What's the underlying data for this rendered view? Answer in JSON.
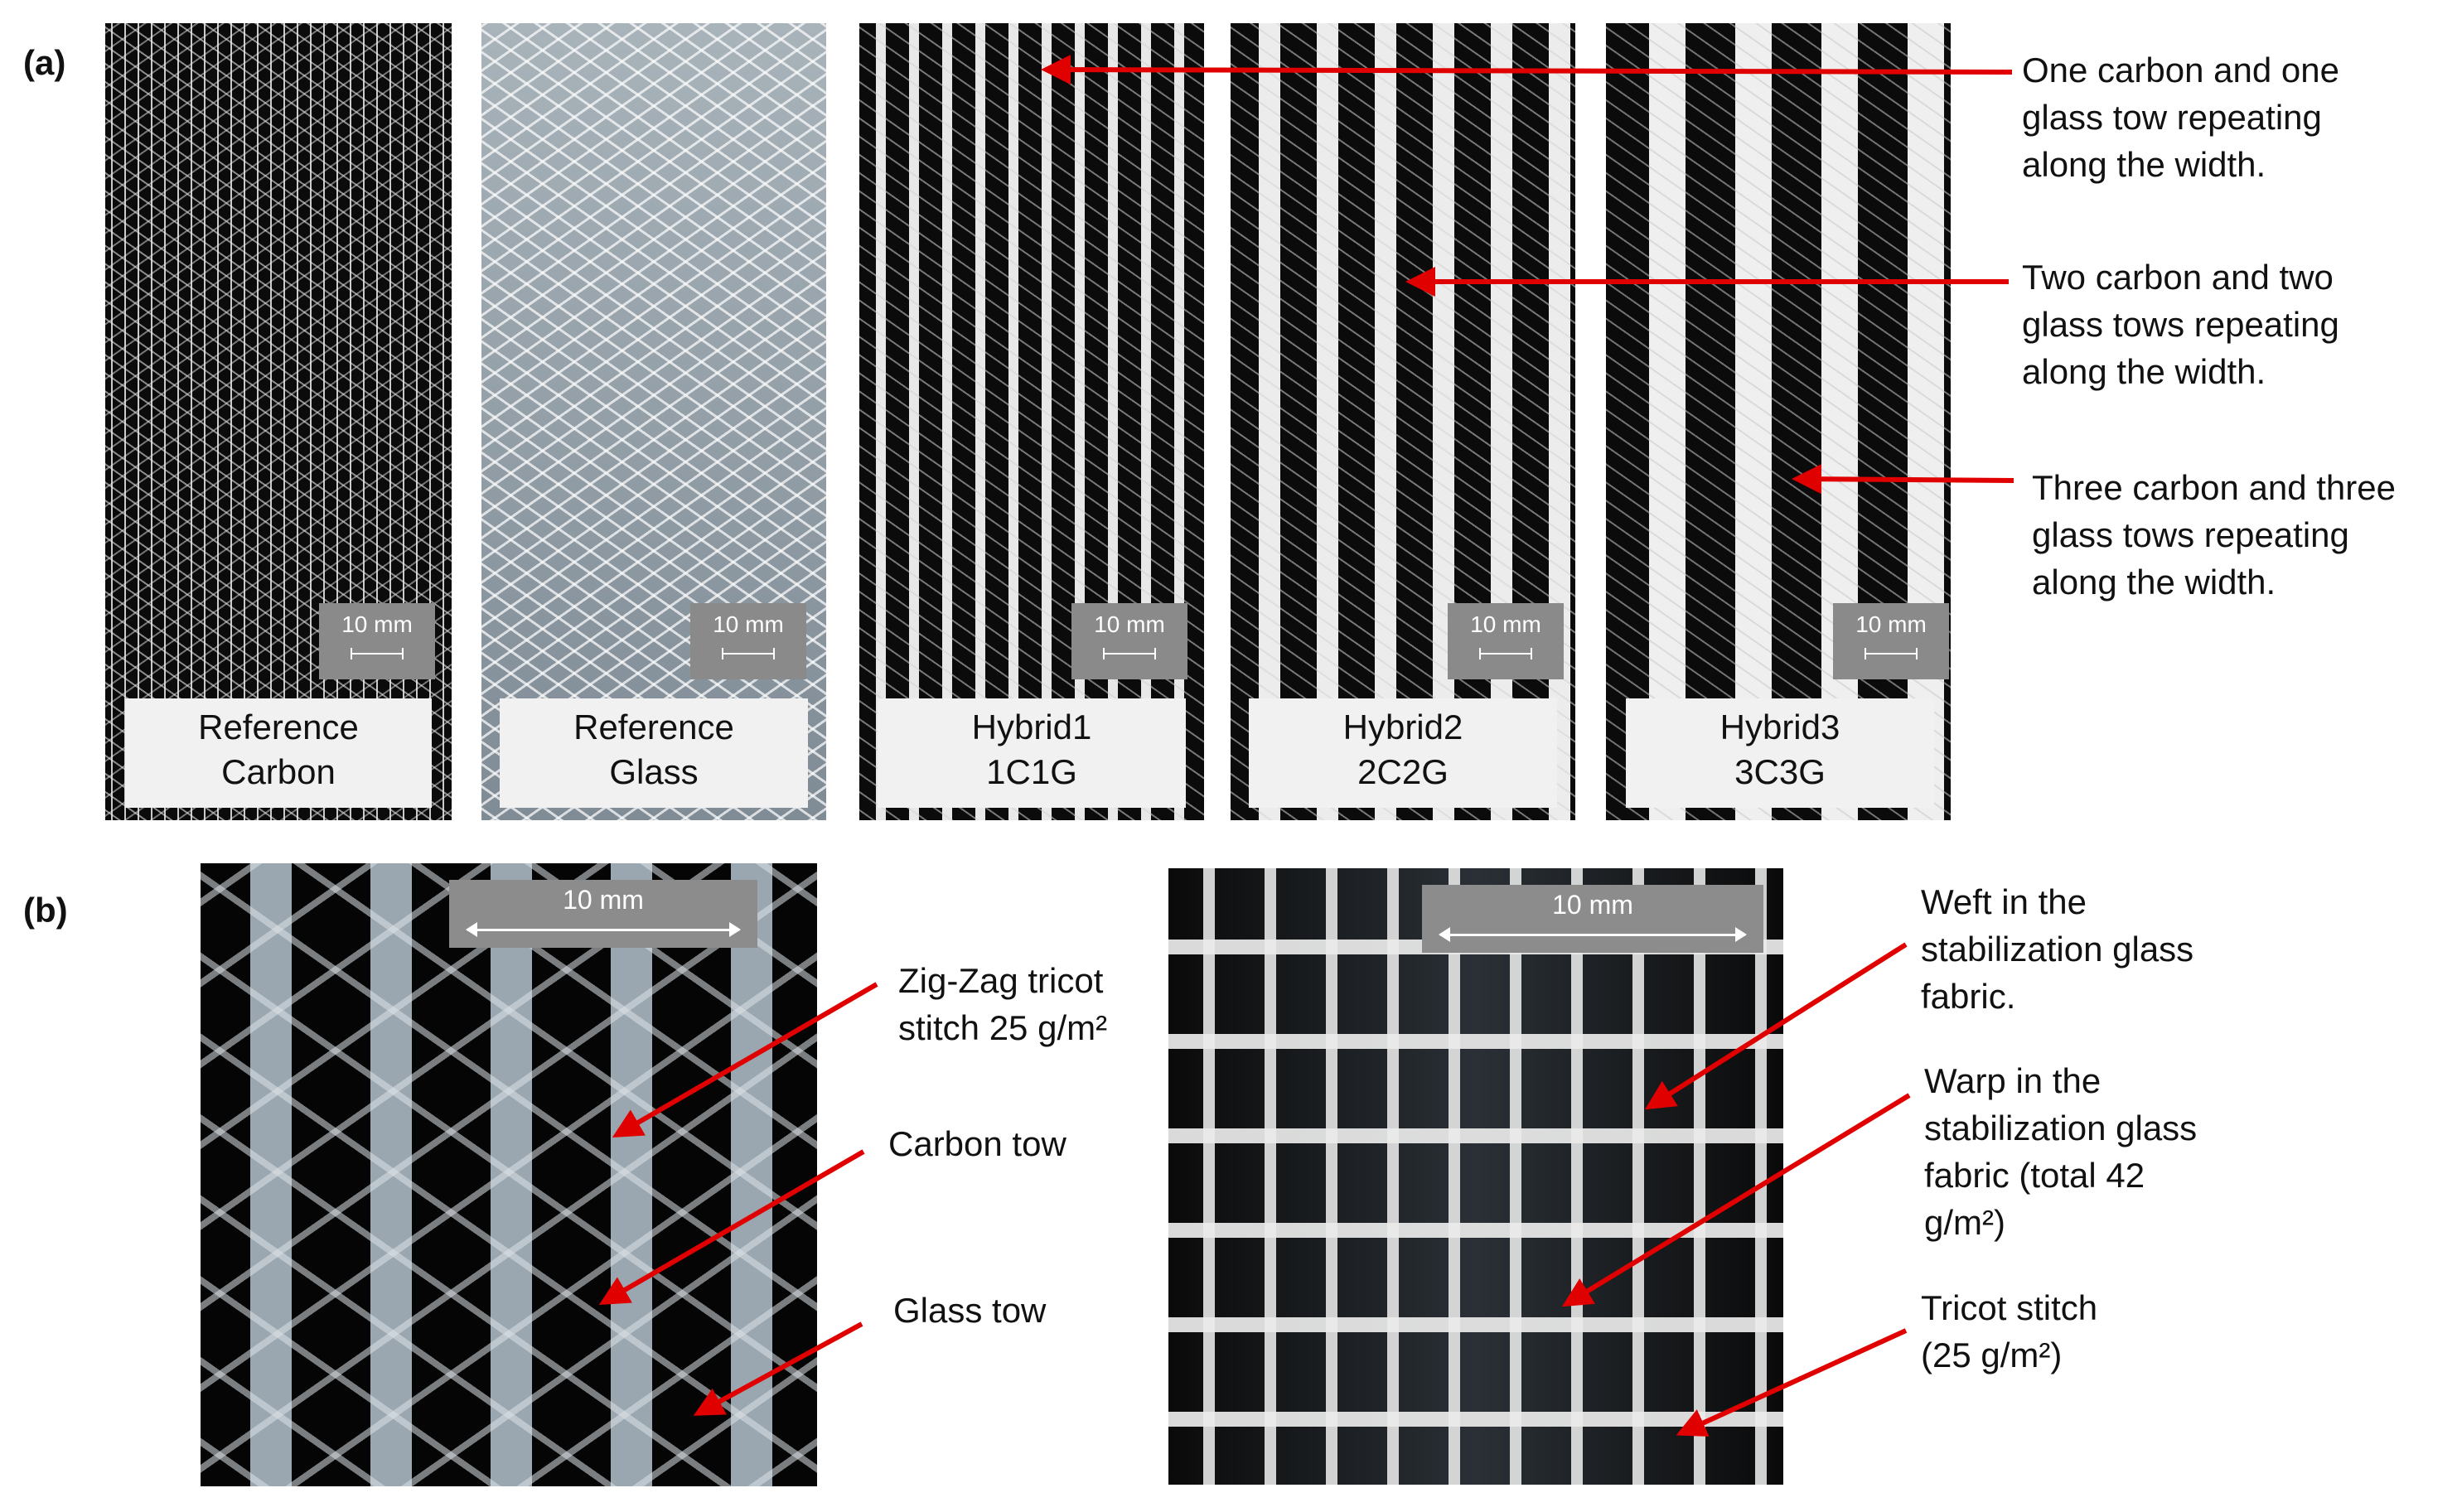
{
  "panel_a": {
    "label": "(a)",
    "strips": [
      {
        "name_line1": "Reference",
        "name_line2": "Carbon",
        "scale": "10 mm"
      },
      {
        "name_line1": "Reference",
        "name_line2": "Glass",
        "scale": "10 mm"
      },
      {
        "name_line1": "Hybrid1",
        "name_line2": "1C1G",
        "scale": "10 mm"
      },
      {
        "name_line1": "Hybrid2",
        "name_line2": "2C2G",
        "scale": "10 mm"
      },
      {
        "name_line1": "Hybrid3",
        "name_line2": "3C3G",
        "scale": "10 mm"
      }
    ],
    "notes": [
      {
        "lines": [
          "One carbon and one",
          "glass tow repeating",
          "along the width."
        ]
      },
      {
        "lines": [
          "Two carbon and two",
          "glass tows repeating",
          "along the width."
        ]
      },
      {
        "lines": [
          "Three carbon and three",
          "glass tows repeating",
          "along the width."
        ]
      }
    ]
  },
  "panel_b": {
    "label": "(b)",
    "left_scale": "10 mm",
    "right_scale": "10 mm",
    "left_notes": [
      {
        "lines": [
          "Zig-Zag tricot",
          "stitch 25 g/m²"
        ]
      },
      {
        "lines": [
          "Carbon tow"
        ]
      },
      {
        "lines": [
          "Glass tow"
        ]
      }
    ],
    "right_notes": [
      {
        "lines": [
          "Weft in the",
          "stabilization glass",
          "fabric."
        ]
      },
      {
        "lines": [
          "Warp in the",
          "stabilization glass",
          "fabric (total 42",
          "g/m²)"
        ]
      },
      {
        "lines": [
          "Tricot stitch",
          "(25 g/m²)"
        ]
      }
    ]
  },
  "colors": {
    "arrow": "#e00000",
    "label_box": "#f1f1f1",
    "scale_box": "#8a8a8a"
  }
}
